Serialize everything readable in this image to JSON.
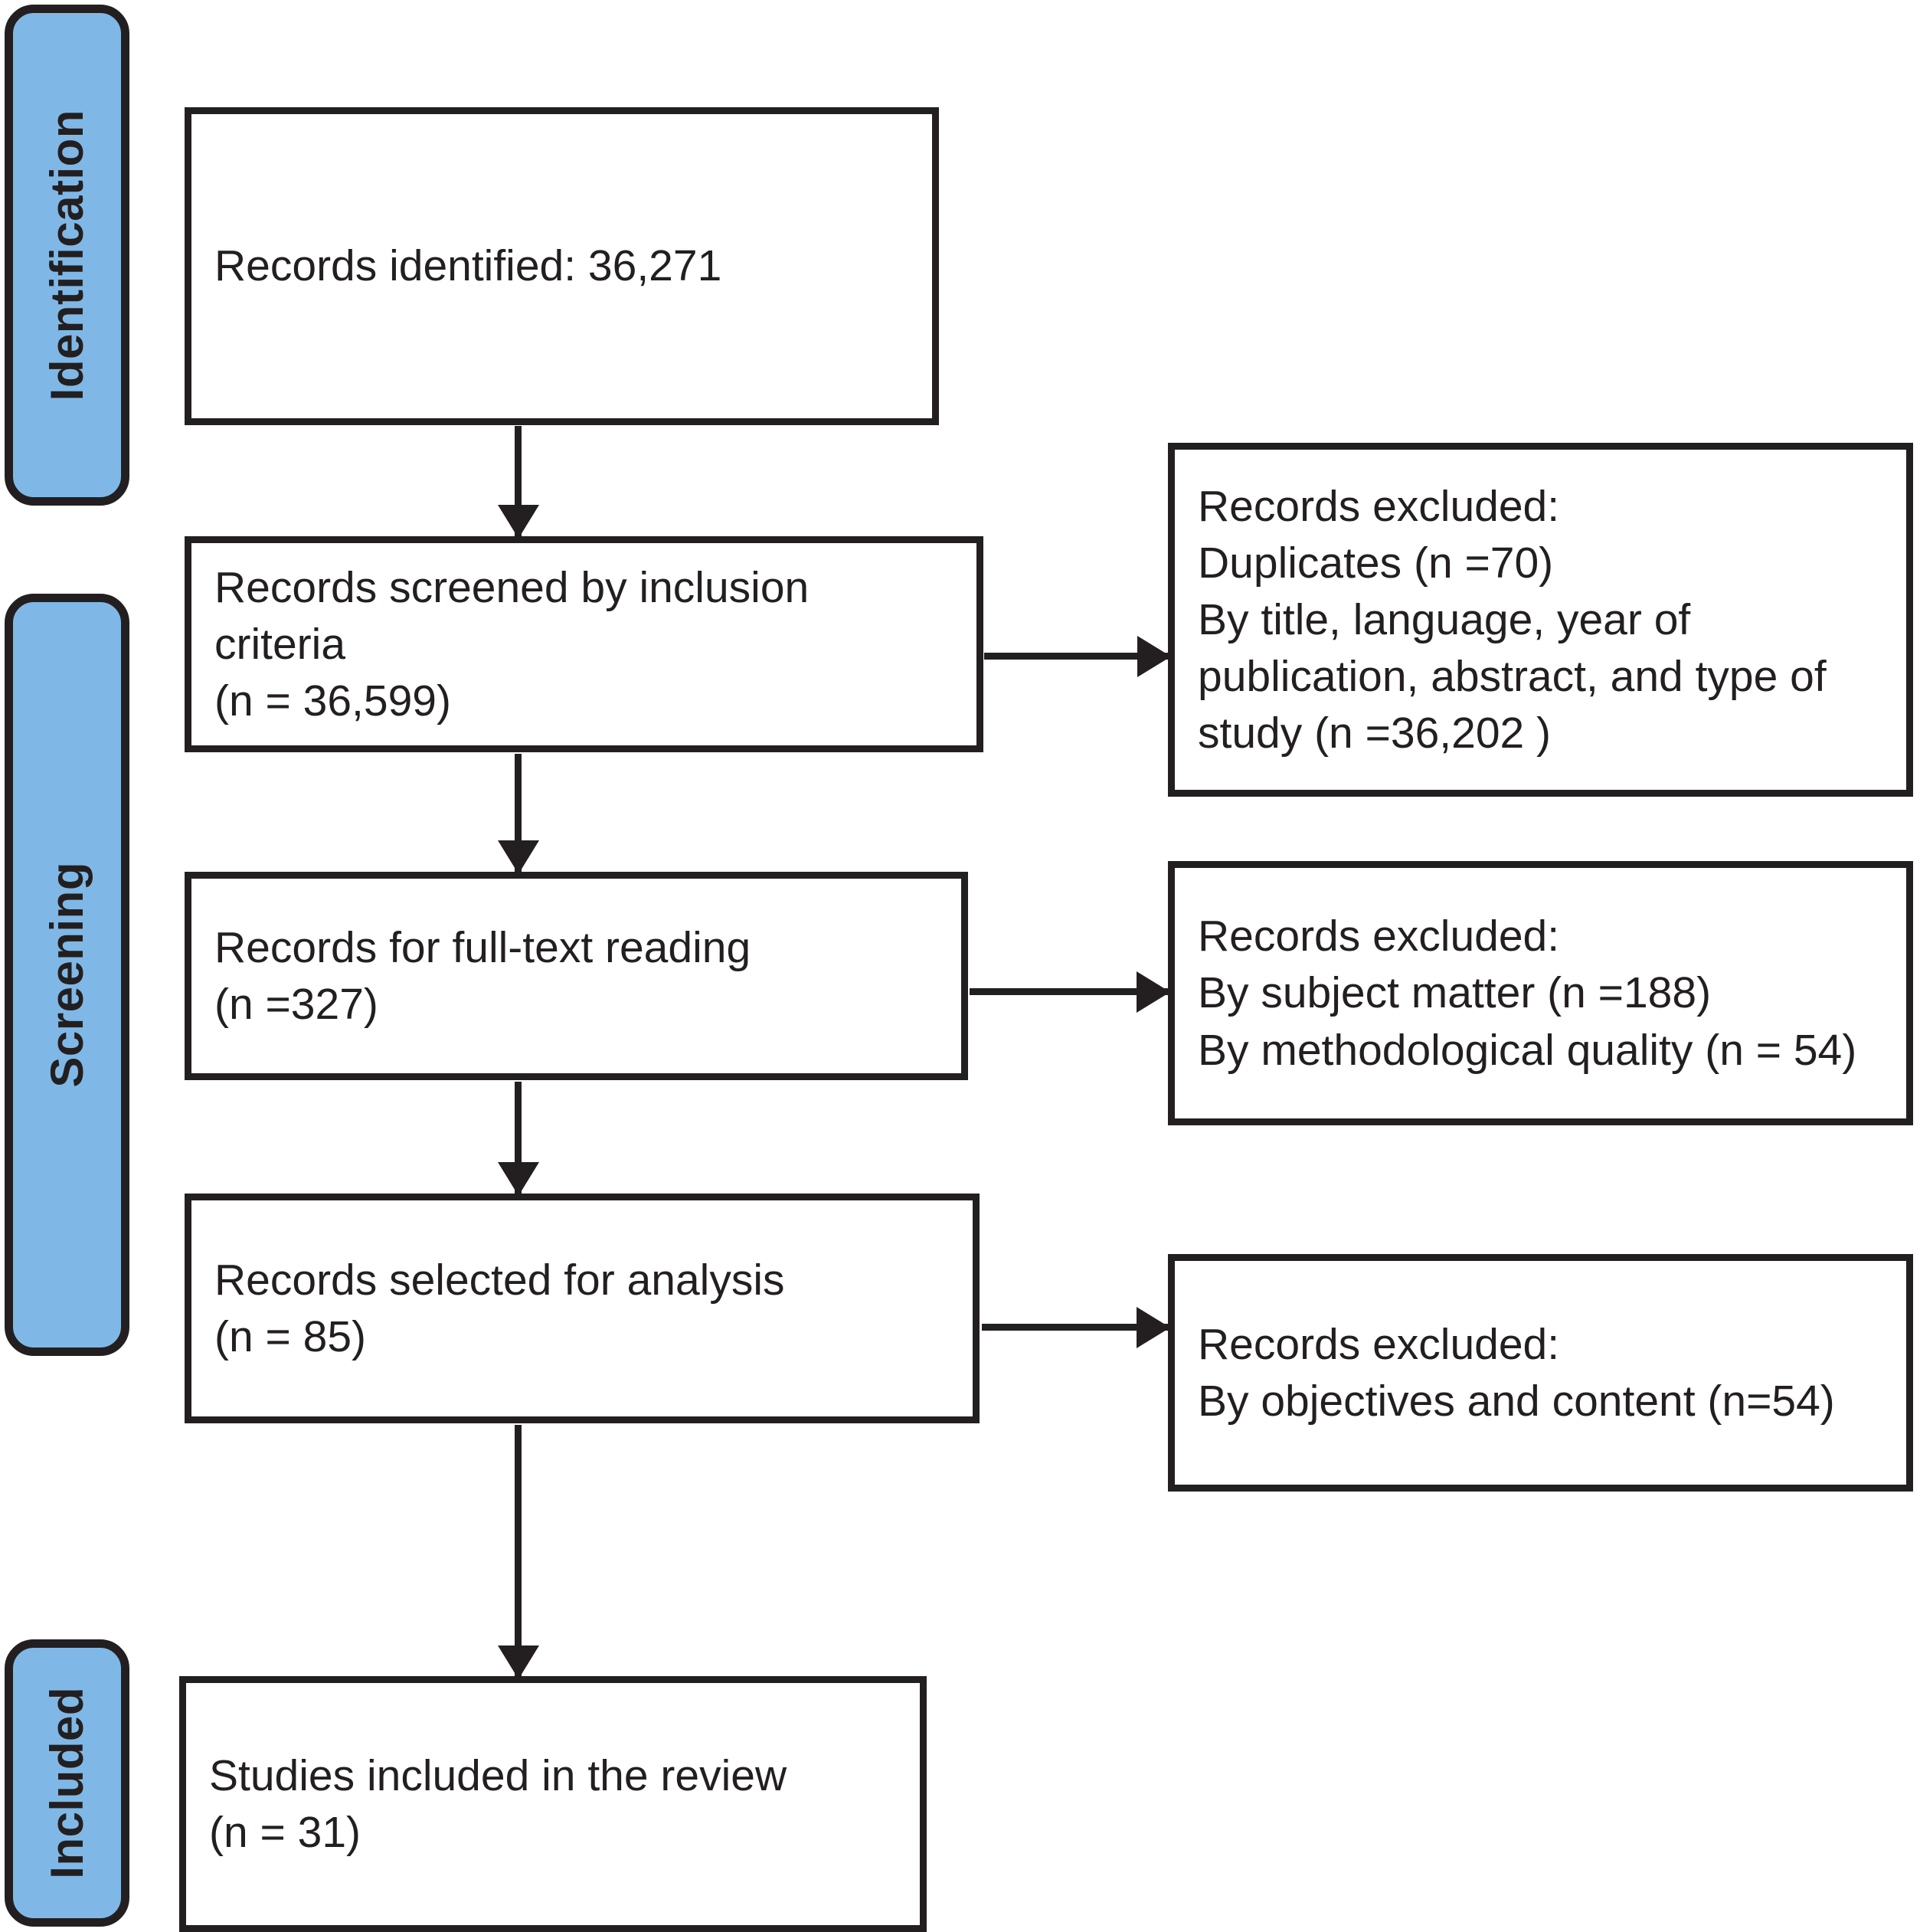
{
  "diagram": {
    "type": "prisma-flow-diagram",
    "accent_color": "#7fb8e6",
    "line_color": "#231f20",
    "background": "#ffffff"
  },
  "stages": [
    {
      "id": "identification",
      "label": "Identification"
    },
    {
      "id": "screening",
      "label": "Screening"
    },
    {
      "id": "included",
      "label": "Included"
    }
  ],
  "flow_boxes": [
    {
      "id": "records-identified",
      "stage": "identification",
      "text": "Records identified: 36,271",
      "count": 36271
    },
    {
      "id": "records-screened",
      "stage": "screening",
      "text": "Records screened by inclusion\ncriteria\n(n = 36,599)",
      "count": 36599
    },
    {
      "id": "records-fulltext",
      "stage": "screening",
      "text": "Records for full-text reading\n(n =327)",
      "count": 327
    },
    {
      "id": "records-selected",
      "stage": "screening",
      "text": "Records selected for analysis\n(n = 85)",
      "count": 85
    },
    {
      "id": "studies-included",
      "stage": "included",
      "text": "Studies included in the review\n(n = 31)",
      "count": 31
    }
  ],
  "exclusion_boxes": [
    {
      "id": "excluded-screening",
      "text": "Records excluded:\nDuplicates (n =70)\nBy title, language, year of\npublication, abstract, and type of\nstudy (n =36,202 )",
      "counts": [
        70,
        36202
      ]
    },
    {
      "id": "excluded-fulltext",
      "text": "Records excluded:\nBy subject matter (n =188)\nBy methodological quality (n = 54)",
      "counts": [
        188,
        54
      ]
    },
    {
      "id": "excluded-analysis",
      "text": "Records excluded:\nBy objectives and content (n=54)",
      "counts": [
        54
      ]
    }
  ],
  "connectors": [
    {
      "id": "identified-to-screened",
      "direction": "down"
    },
    {
      "id": "screened-to-fulltext",
      "direction": "down"
    },
    {
      "id": "fulltext-to-selected",
      "direction": "down"
    },
    {
      "id": "selected-to-included",
      "direction": "down"
    },
    {
      "id": "screened-to-excluded",
      "direction": "right"
    },
    {
      "id": "fulltext-to-excluded",
      "direction": "right"
    },
    {
      "id": "selected-to-excluded",
      "direction": "right"
    }
  ]
}
